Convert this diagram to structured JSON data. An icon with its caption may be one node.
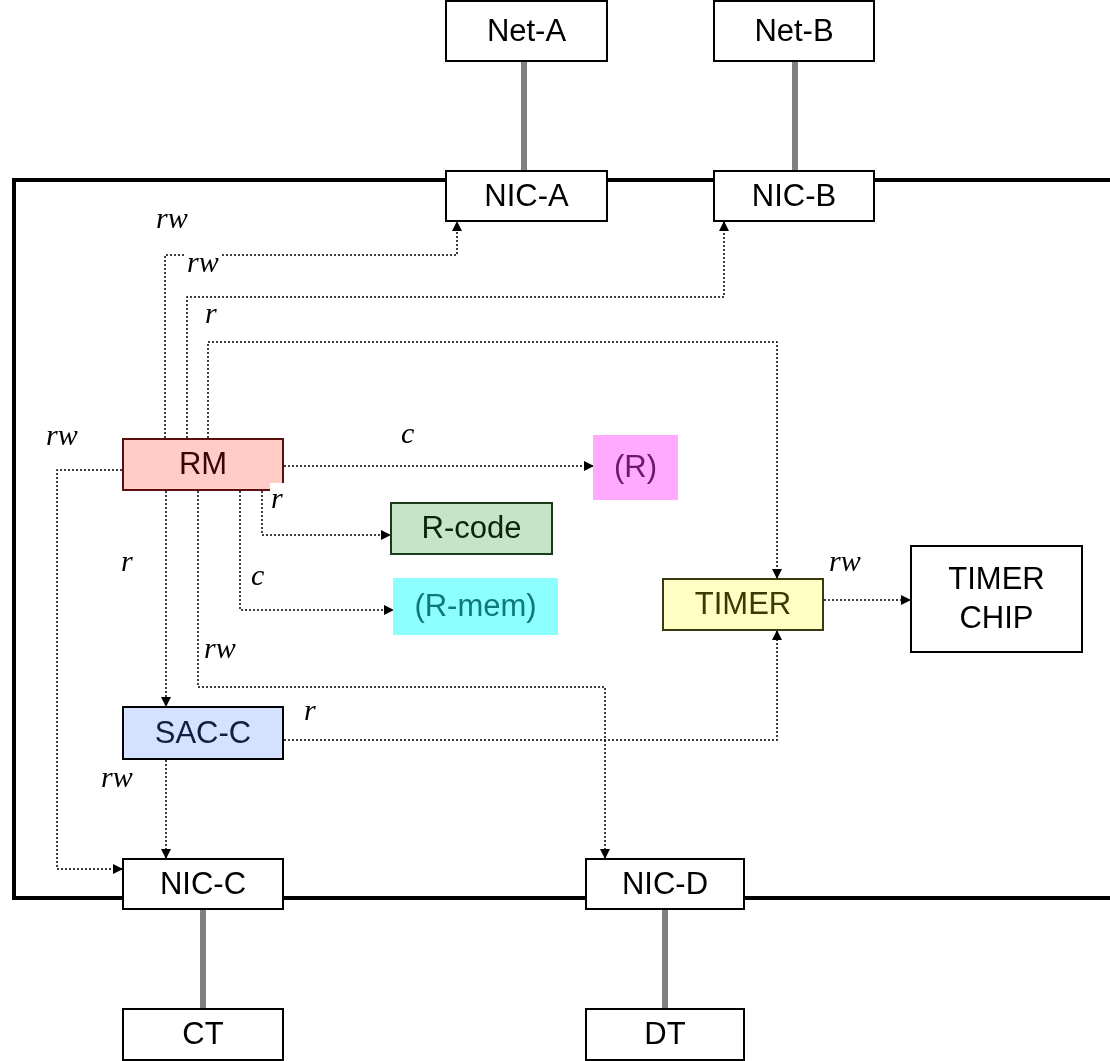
{
  "diagram": {
    "nodes": [
      {
        "text": [
          "Net-A"
        ]
      },
      {
        "text": [
          "Net-B"
        ]
      },
      {
        "text": [
          "NIC-A"
        ]
      },
      {
        "text": [
          "NIC-B"
        ]
      },
      {
        "text": [
          "RM"
        ]
      },
      {
        "text": [
          "(R)"
        ]
      },
      {
        "text": [
          "R-code"
        ]
      },
      {
        "text": [
          "(R-mem)"
        ]
      },
      {
        "text": [
          "TIMER"
        ]
      },
      {
        "text": [
          "TIMER CHIP"
        ]
      },
      {
        "text": [
          "SAC-C"
        ]
      },
      {
        "text": [
          "NIC-C"
        ]
      },
      {
        "text": [
          "NIC-D"
        ]
      },
      {
        "text": [
          "CT"
        ]
      },
      {
        "text": [
          "DT"
        ]
      }
    ],
    "edges": [
      {
        "from": 0,
        "to": 2,
        "arrow": "none",
        "style": "thick",
        "color": "#808080"
      },
      {
        "from": 1,
        "to": 3,
        "arrow": "none",
        "style": "thick",
        "color": "#808080"
      },
      {
        "from": 11,
        "to": 13,
        "arrow": "none",
        "style": "thick",
        "color": "#808080"
      },
      {
        "from": 12,
        "to": 14,
        "arrow": "none",
        "style": "thick",
        "color": "#808080"
      },
      {
        "from": 4,
        "to": 2,
        "arrow": "to",
        "label": "rw",
        "style": "dashed"
      },
      {
        "from": 4,
        "to": 3,
        "arrow": "to",
        "label": "rw",
        "style": "dashed"
      },
      {
        "from": 4,
        "to": 8,
        "arrow": "to",
        "label": "r",
        "style": "dashed"
      },
      {
        "from": 4,
        "to": 5,
        "arrow": "to",
        "label": "c",
        "style": "dashed"
      },
      {
        "from": 4,
        "to": 6,
        "arrow": "to",
        "label": "r",
        "style": "dashed"
      },
      {
        "from": 4,
        "to": 7,
        "arrow": "to",
        "label": "c",
        "style": "dashed"
      },
      {
        "from": 4,
        "to": 10,
        "arrow": "to",
        "label": "r",
        "style": "dashed"
      },
      {
        "from": 4,
        "to": 12,
        "arrow": "to",
        "label": "rw",
        "style": "dashed"
      },
      {
        "from": 4,
        "to": 11,
        "arrow": "to",
        "label": "rw",
        "style": "dashed"
      },
      {
        "from": 10,
        "to": 8,
        "arrow": "to",
        "label": "r",
        "style": "dashed"
      },
      {
        "from": 10,
        "to": 11,
        "arrow": "to",
        "label": "rw",
        "style": "dashed"
      },
      {
        "from": 8,
        "to": 9,
        "arrow": "to",
        "label": "rw",
        "style": "dashed"
      }
    ]
  }
}
